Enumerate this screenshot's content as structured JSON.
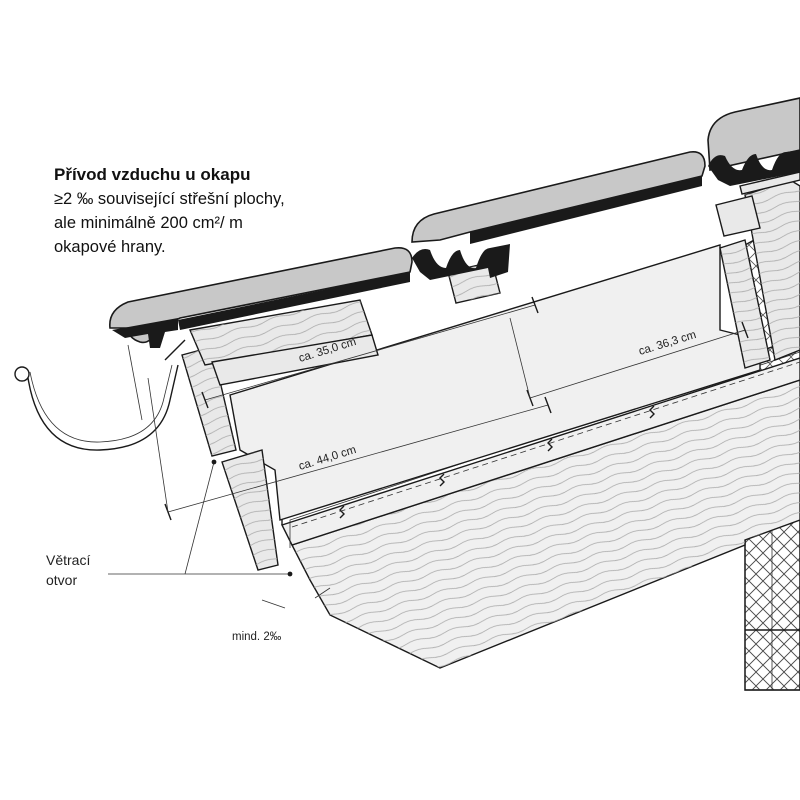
{
  "caption": {
    "title": "Přívod vzduchu u okapu",
    "line1": "≥2 ‰ související střešní plochy,",
    "line2": "ale minimálně 200 cm²/ m",
    "line3": "okapové hrany."
  },
  "dimensions": {
    "batten_spacing": "ca. 35,0 cm",
    "batten_spacing_upper": "ca. 36,3 cm",
    "eave_overhang": "ca. 44,0 cm",
    "min_slope": "mind. 2‰"
  },
  "labels": {
    "vent_line1": "Větrací",
    "vent_line2": "otvor"
  },
  "colors": {
    "tile": "#c8c8c8",
    "outline": "#1a1a1a",
    "wood": "#e9e9e9",
    "background": "#ffffff"
  }
}
